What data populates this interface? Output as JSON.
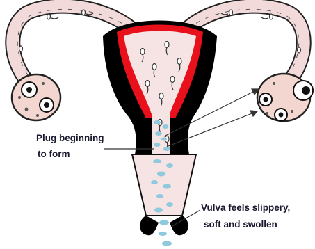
{
  "labels": {
    "plug_line1": "Plug beginning",
    "plug_line2": "to form",
    "vulva_line1": "Vulva feels slippery,",
    "vulva_line2": "soft and swollen"
  },
  "colors": {
    "background": "#ffffff",
    "tube": "#f3dada",
    "muscle": "#000000",
    "lining": "#e8101a",
    "cavity": "#f6e3e3",
    "mucus": "#8ec9dd",
    "egg": "#ffffff",
    "leader": "#333333"
  }
}
